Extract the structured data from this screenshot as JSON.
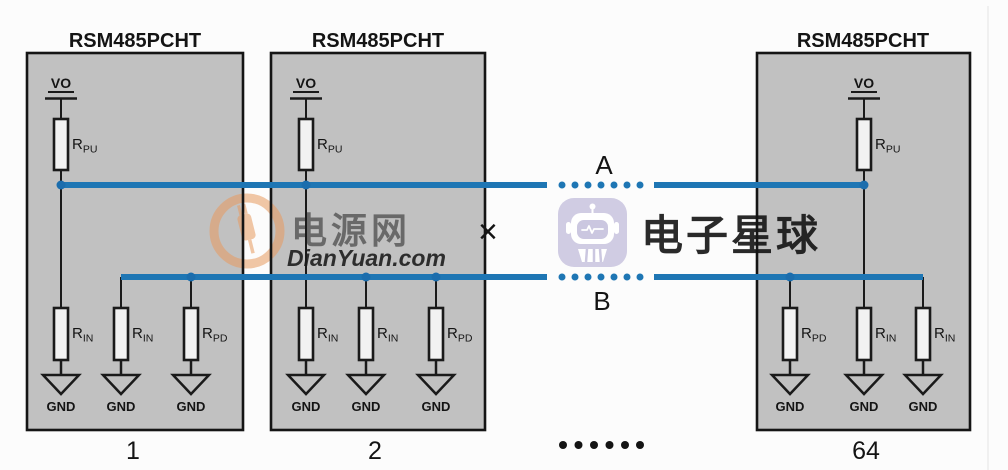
{
  "labels": {
    "vo": "VO",
    "gnd": "GND",
    "bus_a": "A",
    "bus_b": "B",
    "more_modules": "......"
  },
  "modules": [
    {
      "name": "RSM485PCHT",
      "number": "1",
      "pullup_resistor": {
        "base": "R",
        "sub": "PU"
      },
      "bottom_resistors": [
        {
          "base": "R",
          "sub": "IN"
        },
        {
          "base": "R",
          "sub": "IN"
        },
        {
          "base": "R",
          "sub": "PD"
        }
      ]
    },
    {
      "name": "RSM485PCHT",
      "number": "2",
      "pullup_resistor": {
        "base": "R",
        "sub": "PU"
      },
      "bottom_resistors": [
        {
          "base": "R",
          "sub": "IN"
        },
        {
          "base": "R",
          "sub": "IN"
        },
        {
          "base": "R",
          "sub": "PD"
        }
      ]
    },
    {
      "name": "RSM485PCHT",
      "number": "64",
      "pullup_resistor": {
        "base": "R",
        "sub": "PU"
      },
      "bottom_resistors": [
        {
          "base": "R",
          "sub": "PD"
        },
        {
          "base": "R",
          "sub": "IN"
        },
        {
          "base": "R",
          "sub": "IN"
        }
      ]
    }
  ],
  "watermarks": {
    "dianyuan": {
      "cn": "电源网",
      "domain": "DianYuan.com",
      "icon": "power-plug-ring-icon"
    },
    "separator": "×",
    "dzxq": {
      "cn": "电子星球",
      "icon": "robot-icon"
    }
  },
  "colors": {
    "bus_blue": "#1e76b4",
    "junction_blue": "#1b6dad",
    "module_fill": "#c1c1c1",
    "module_border": "#151515",
    "wire_black": "#1a1a1a",
    "resistor_fill": "#f2f2f2",
    "watermark_orange": "#e89a5f",
    "watermark_gray": "#9b9b9b",
    "watermark_lavender": "#c9c5e0",
    "background": "#fcfcfc"
  }
}
